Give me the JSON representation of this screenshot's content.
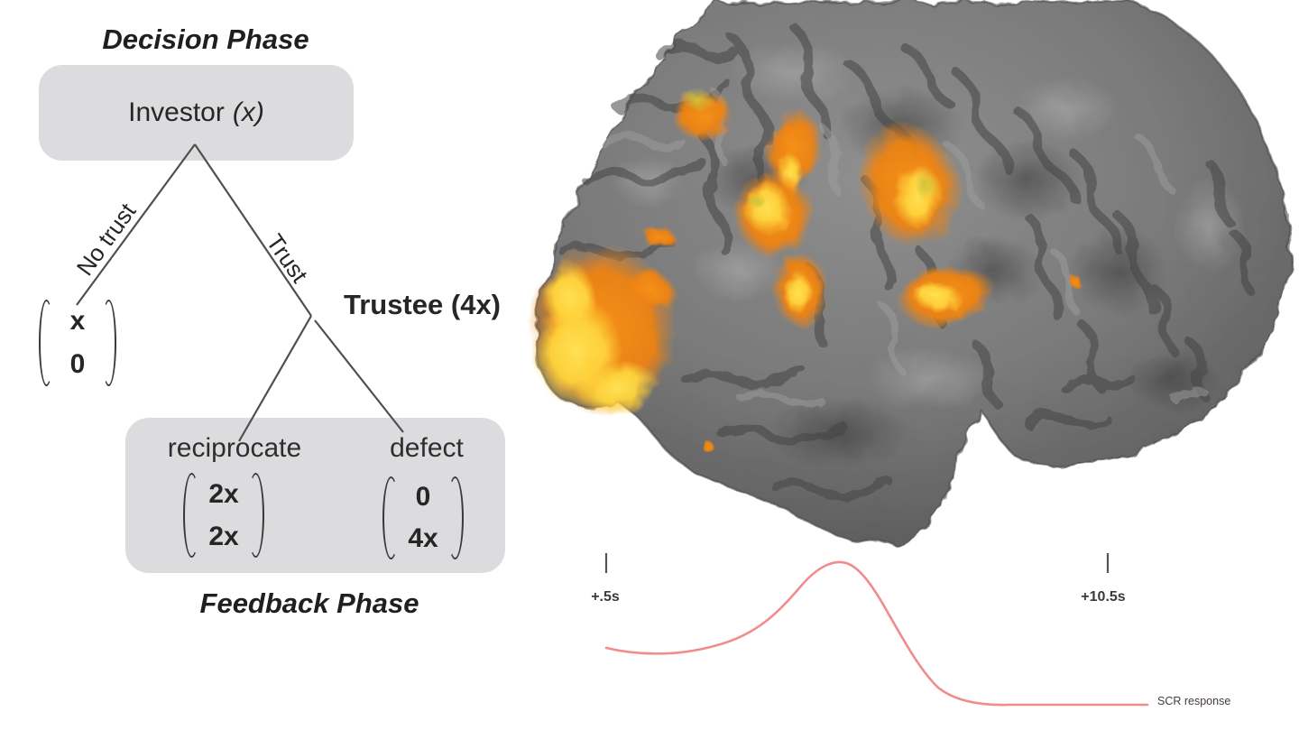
{
  "tree": {
    "decision_phase_label": "Decision Phase",
    "feedback_phase_label": "Feedback Phase",
    "investor_label": "Investor",
    "investor_endowment": "(x)",
    "no_trust_label": "No trust",
    "trust_label": "Trust",
    "trustee_label": "Trustee",
    "trustee_multiplier": "(4x)",
    "reciprocate_label": "reciprocate",
    "defect_label": "defect",
    "payoffs": {
      "no_trust": {
        "investor": "x",
        "trustee": "0"
      },
      "reciprocate": {
        "investor": "2x",
        "trustee": "2x"
      },
      "defect": {
        "investor": "0",
        "trustee": "4x"
      }
    }
  },
  "scr": {
    "tick_start": "+.5s",
    "tick_end": "+10.5s",
    "curve_label": "SCR response",
    "curve_color": "#f28c8c"
  },
  "brain": {
    "view": "left lateral surface render",
    "activation_colors": {
      "orange": "#f08a15",
      "yellow": "#ffd43c",
      "olive": "#cfc33c"
    },
    "surface_color": "#767676"
  },
  "colors": {
    "node_box": "#dcdcde",
    "tree_line": "#4f4f4f",
    "text": "#262626"
  }
}
